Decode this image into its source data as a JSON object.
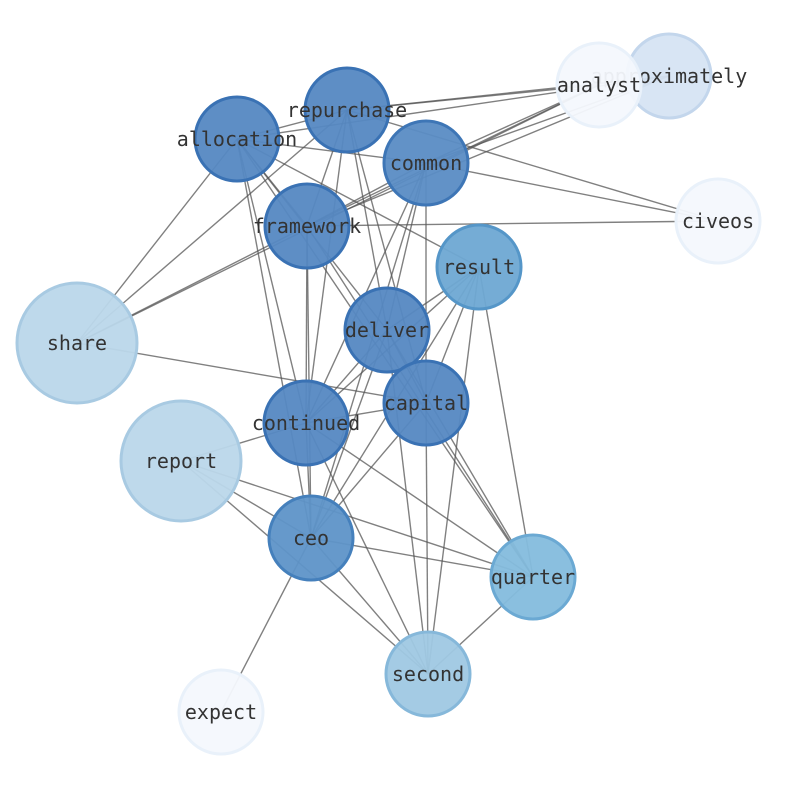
{
  "nodes": [
    {
      "id": "approximately",
      "label": "approximately",
      "fill": "#d6e4f3",
      "stroke": "#c3d6ec"
    },
    {
      "id": "analyst",
      "label": "analyst",
      "fill": "#f4f8fd",
      "stroke": "#e9f1fa"
    },
    {
      "id": "repurchase",
      "label": "repurchase",
      "fill": "#5588c2",
      "stroke": "#3a72b4"
    },
    {
      "id": "allocation",
      "label": "allocation",
      "fill": "#5588c2",
      "stroke": "#3a72b4"
    },
    {
      "id": "common",
      "label": "common",
      "fill": "#5a8cc4",
      "stroke": "#3e76b6"
    },
    {
      "id": "civeos",
      "label": "civeos",
      "fill": "#f4f8fd",
      "stroke": "#e9f1fa"
    },
    {
      "id": "framework",
      "label": "framework",
      "fill": "#5588c2",
      "stroke": "#3a72b4"
    },
    {
      "id": "result",
      "label": "result",
      "fill": "#6ea8d3",
      "stroke": "#5596c8"
    },
    {
      "id": "share",
      "label": "share",
      "fill": "#bad7ea",
      "stroke": "#a8cae2"
    },
    {
      "id": "deliver",
      "label": "deliver",
      "fill": "#5588c2",
      "stroke": "#3a72b4"
    },
    {
      "id": "capital",
      "label": "capital",
      "fill": "#5588c2",
      "stroke": "#3a72b4"
    },
    {
      "id": "continued",
      "label": "continued",
      "fill": "#5588c2",
      "stroke": "#3a72b4"
    },
    {
      "id": "report",
      "label": "report",
      "fill": "#bad7ea",
      "stroke": "#a8cae2"
    },
    {
      "id": "ceo",
      "label": "ceo",
      "fill": "#5e94c8",
      "stroke": "#4580bc"
    },
    {
      "id": "quarter",
      "label": "quarter",
      "fill": "#84bcdd",
      "stroke": "#6ba9d3"
    },
    {
      "id": "second",
      "label": "second",
      "fill": "#9fc8e3",
      "stroke": "#86b8da"
    },
    {
      "id": "expect",
      "label": "expect",
      "fill": "#f4f8fd",
      "stroke": "#e9f1fa"
    }
  ],
  "edges": [
    [
      "approximately",
      "repurchase"
    ],
    [
      "approximately",
      "allocation"
    ],
    [
      "approximately",
      "common"
    ],
    [
      "approximately",
      "framework"
    ],
    [
      "analyst",
      "repurchase"
    ],
    [
      "analyst",
      "framework"
    ],
    [
      "analyst",
      "share"
    ],
    [
      "analyst",
      "common"
    ],
    [
      "repurchase",
      "share"
    ],
    [
      "repurchase",
      "framework"
    ],
    [
      "repurchase",
      "deliver"
    ],
    [
      "repurchase",
      "capital"
    ],
    [
      "repurchase",
      "continued"
    ],
    [
      "repurchase",
      "civeos"
    ],
    [
      "repurchase",
      "allocation"
    ],
    [
      "allocation",
      "share"
    ],
    [
      "allocation",
      "common"
    ],
    [
      "allocation",
      "framework"
    ],
    [
      "allocation",
      "result"
    ],
    [
      "allocation",
      "deliver"
    ],
    [
      "allocation",
      "continued"
    ],
    [
      "allocation",
      "ceo"
    ],
    [
      "allocation",
      "quarter"
    ],
    [
      "common",
      "civeos"
    ],
    [
      "common",
      "framework"
    ],
    [
      "common",
      "deliver"
    ],
    [
      "common",
      "capital"
    ],
    [
      "common",
      "continued"
    ],
    [
      "common",
      "ceo"
    ],
    [
      "framework",
      "civeos"
    ],
    [
      "framework",
      "share"
    ],
    [
      "framework",
      "continued"
    ],
    [
      "framework",
      "ceo"
    ],
    [
      "framework",
      "quarter"
    ],
    [
      "result",
      "deliver"
    ],
    [
      "result",
      "capital"
    ],
    [
      "result",
      "continued"
    ],
    [
      "result",
      "ceo"
    ],
    [
      "result",
      "quarter"
    ],
    [
      "result",
      "second"
    ],
    [
      "share",
      "capital"
    ],
    [
      "deliver",
      "capital"
    ],
    [
      "deliver",
      "continued"
    ],
    [
      "deliver",
      "ceo"
    ],
    [
      "deliver",
      "second"
    ],
    [
      "deliver",
      "quarter"
    ],
    [
      "capital",
      "continued"
    ],
    [
      "capital",
      "ceo"
    ],
    [
      "capital",
      "second"
    ],
    [
      "continued",
      "report"
    ],
    [
      "continued",
      "ceo"
    ],
    [
      "continued",
      "quarter"
    ],
    [
      "continued",
      "second"
    ],
    [
      "report",
      "ceo"
    ],
    [
      "report",
      "quarter"
    ],
    [
      "report",
      "second"
    ],
    [
      "ceo",
      "quarter"
    ],
    [
      "ceo",
      "second"
    ],
    [
      "ceo",
      "expect"
    ],
    [
      "quarter",
      "second"
    ]
  ]
}
